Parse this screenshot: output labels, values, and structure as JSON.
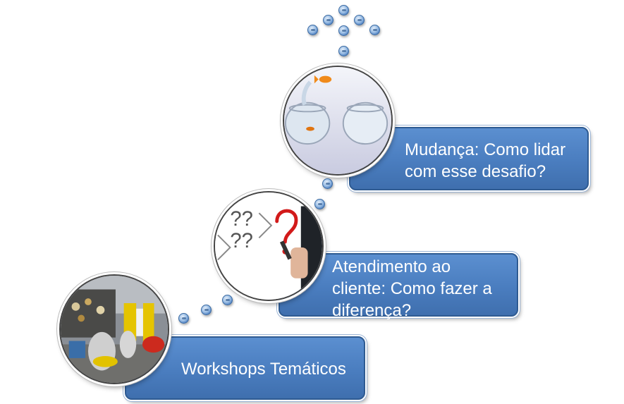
{
  "steps": [
    {
      "label": "Workshops Temáticos"
    },
    {
      "label": "Atendimento ao\ncliente: Como fazer a\ndiferença?"
    },
    {
      "label": "Mudança: Como lidar\ncom esse desafio?"
    }
  ],
  "colors": {
    "box": "#4a7dbf",
    "box_border": "#2f5b92",
    "text": "#ffffff"
  },
  "icons": [
    "room-photo",
    "question-marks-photo",
    "goldfish-jump-photo",
    "connector-dot"
  ]
}
